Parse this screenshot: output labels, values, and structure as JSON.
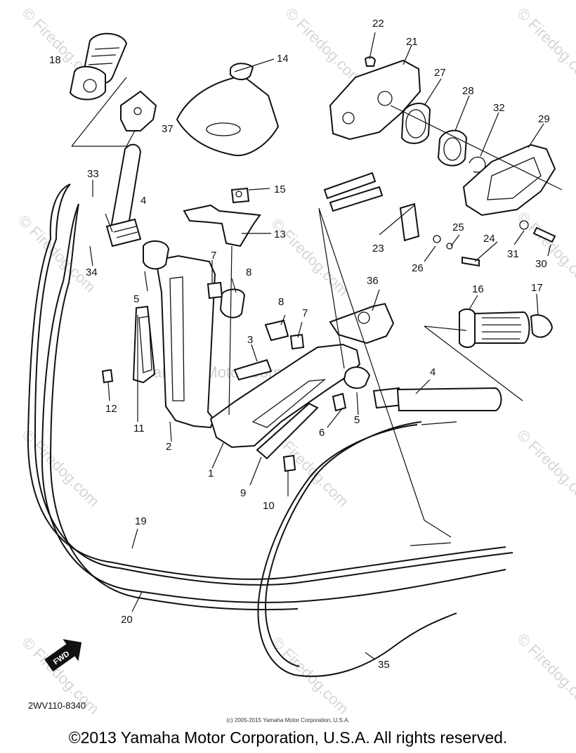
{
  "watermark": {
    "site": "© Firedog.com",
    "center": "Yamaha Motor Corp., U.S.A."
  },
  "drawing_code": "2WV110-8340",
  "fwd_badge": "FWD",
  "small_copyright": "(c) 2005-2015 Yamaha Motor Corporation, U.S.A.",
  "footer_copyright": "©2013 Yamaha Motor Corporation, U.S.A. All rights reserved.",
  "callouts": [
    "1",
    "2",
    "3",
    "4",
    "4",
    "5",
    "5",
    "6",
    "7",
    "7",
    "8",
    "8",
    "9",
    "10",
    "11",
    "12",
    "13",
    "14",
    "15",
    "16",
    "17",
    "18",
    "19",
    "20",
    "21",
    "22",
    "23",
    "24",
    "25",
    "26",
    "27",
    "28",
    "29",
    "30",
    "31",
    "32",
    "33",
    "34",
    "35",
    "36",
    "37"
  ]
}
